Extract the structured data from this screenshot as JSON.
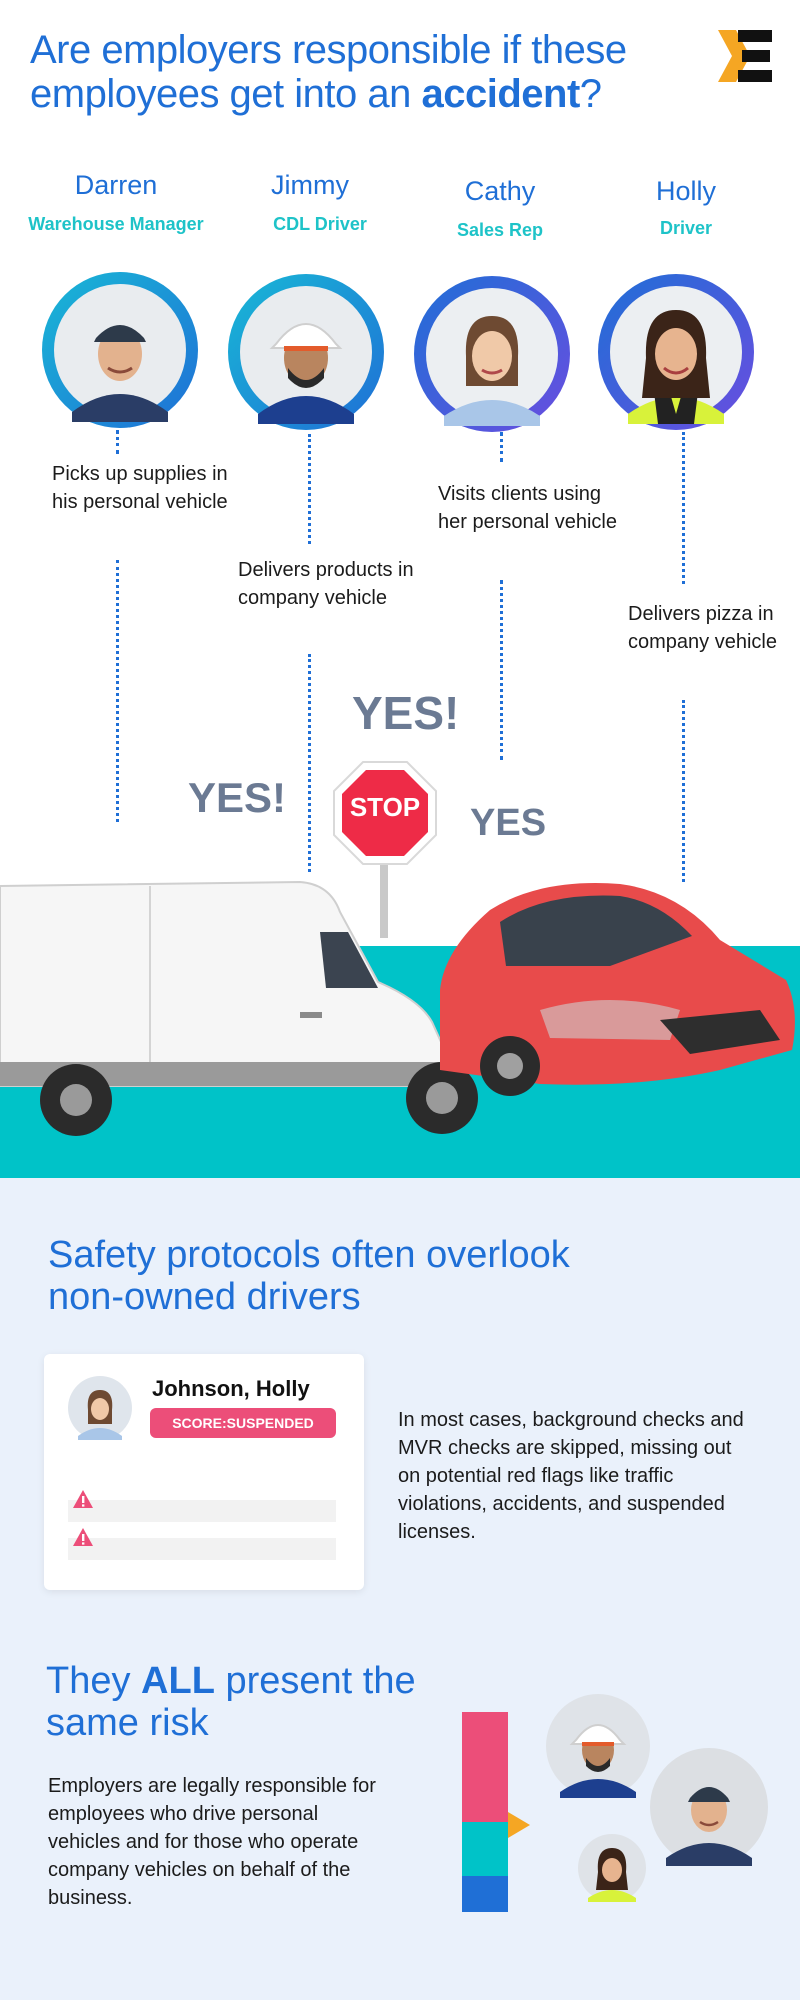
{
  "header": {
    "title_part1": "Are employers responsible if these employees get into an ",
    "title_bold": "accident",
    "title_end": "?",
    "logo_icon": "e-logo-icon"
  },
  "employees": [
    {
      "name": "Darren",
      "role": "Warehouse Manager",
      "description": "Picks up supplies in his personal vehicle"
    },
    {
      "name": "Jimmy",
      "role": "CDL Driver",
      "description": "Delivers products in company vehicle"
    },
    {
      "name": "Cathy",
      "role": "Sales Rep",
      "description": "Visits clients using her personal vehicle"
    },
    {
      "name": "Holly",
      "role": "Driver",
      "description": "Delivers pizza in company vehicle"
    }
  ],
  "answers": {
    "left": "YES!",
    "center": "YES!",
    "right": "YES"
  },
  "stop_sign": "STOP",
  "section_safety": {
    "heading": "Safety protocols often overlook non-owned drivers",
    "card_name": "Johnson, Holly",
    "card_score": "SCORE:SUSPENDED",
    "body": "In most cases, background checks and MVR checks are skipped, missing out on potential red flags like traffic violations, accidents, and suspended licenses."
  },
  "section_risk": {
    "heading_start": "They ",
    "heading_bold": "ALL",
    "heading_end": " present the same risk",
    "body": "Employers are legally responsible for employees who drive personal vehicles and for those who operate company vehicles on behalf of the business."
  },
  "colors": {
    "brand_blue": "#1f6fd6",
    "teal": "#00c3c8",
    "pink": "#ec4e79",
    "purple": "#6a4de0",
    "logo_orange": "#f5a623"
  }
}
